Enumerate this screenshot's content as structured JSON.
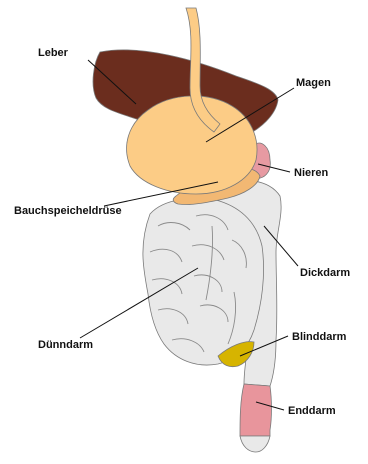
{
  "labels": {
    "leber": "Leber",
    "magen": "Magen",
    "nieren": "Nieren",
    "bauchspeicheldruese": "Bauchspeicheldrüse",
    "dickdarm": "Dickdarm",
    "duenndarm": "Dünndarm",
    "blinddarm": "Blinddarm",
    "enddarm": "Enddarm"
  },
  "colors": {
    "liver": "#6b2d1e",
    "stomach": "#fccc86",
    "pancreas": "#f2b873",
    "kidney": "#e79aa2",
    "intestine": "#e9e9e9",
    "appendix": "#d6b400",
    "rectum": "#e8959c"
  }
}
